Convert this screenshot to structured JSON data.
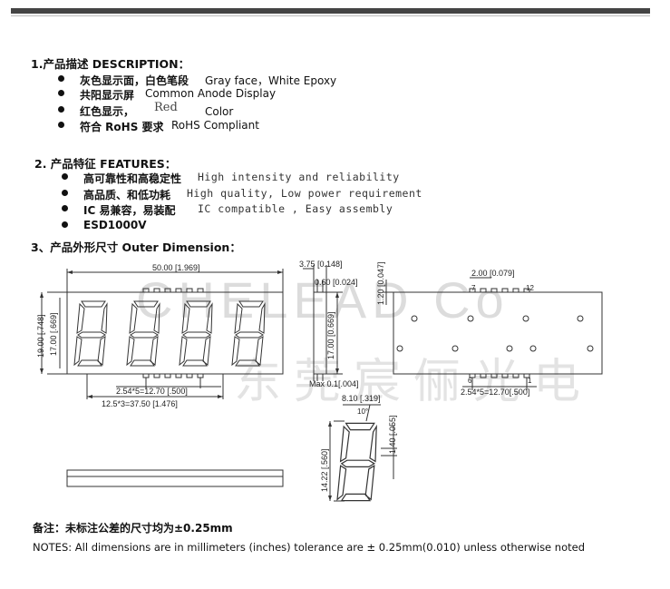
{
  "description": {
    "heading": "1.产品描述 DESCRIPTION：",
    "items": [
      {
        "zh": "灰色显示面，白色笔段",
        "en": "Gray face，White Epoxy"
      },
      {
        "zh": "共阳显示屏",
        "en": "Common Anode Display"
      },
      {
        "zh": "红色显示，",
        "en": "Color",
        "color_word": "Red"
      },
      {
        "zh": "符合 RoHS 要求",
        "en": "RoHS Compliant"
      }
    ]
  },
  "features": {
    "heading": "2. 产品特征 FEATURES：",
    "items": [
      {
        "zh": "高可靠性和高稳定性",
        "en": "High intensity and reliability"
      },
      {
        "zh": "高品质、和低功耗",
        "en": "High quality, Low power requirement"
      },
      {
        "zh": "IC 易兼容，易装配",
        "en": "IC compatible , Easy assembly"
      },
      {
        "zh": "ESD1000V",
        "en": ""
      }
    ]
  },
  "dimension": {
    "heading": "3、产品外形尺寸 Outer Dimension：",
    "front": {
      "width": "50.00 [1.969]",
      "height_outer": "19.00 [.748]",
      "height_inner": "17.00 [.669]",
      "pin_pitch": "2.54*5=12.70 [.500]",
      "digit_pitch": "12.5*3=37.50 [1.476]"
    },
    "side": {
      "thickness": "3.75 [0.148]",
      "pin": "0.60 [0.024]",
      "height": "17.00 [0.669]",
      "max": "Max 0.1[.004]"
    },
    "back": {
      "pin_spacing": "2.00 [0.079]",
      "pin_7": "7",
      "pin_12": "12",
      "pin_6": "6",
      "pin_1": "1",
      "offset": "1.20 [0.047]",
      "pin_pitch": "2.54*5=12.70[.500]"
    },
    "digit": {
      "width": "8.10 [.319]",
      "angle": "10°",
      "height": "14.22 [.560]",
      "segment": "1.40 [.055]"
    }
  },
  "watermark": {
    "latin": "CHELEAD Co",
    "cjk": "东莞宸俪光电"
  },
  "notes": {
    "zh": "备注：未标注公差的尺寸均为±0.25mm",
    "en": "NOTES: All dimensions are in millimeters (inches) tolerance are ± 0.25mm(0.010) unless otherwise noted"
  }
}
